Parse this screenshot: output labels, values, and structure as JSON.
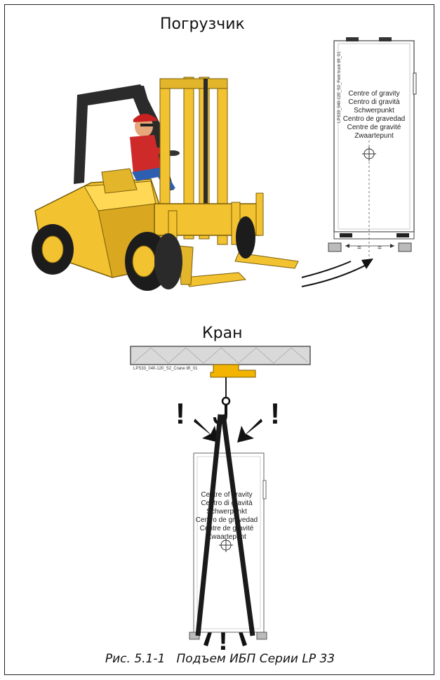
{
  "sections": {
    "forklift_title": "Погрузчик",
    "crane_title": "Кран"
  },
  "cabinet_top": {
    "drawing_code": "LPS33_040-120_S2_Fork truck lift_01",
    "cg_lines": [
      "Centre of gravity",
      "Centro di gravità",
      "Schwerpunkt",
      "Centro de gravedad",
      "Centre de gravité",
      "Zwaartepunt"
    ],
    "dim_marks": [
      "=",
      "="
    ]
  },
  "cabinet_bottom": {
    "drawing_code": "LPS33_040-120_S2_Crane lift_01",
    "cg_lines": [
      "Centre of gravity",
      "Centro di gravità",
      "Schwerpunkt",
      "Centro de gravedad",
      "Centre de gravité",
      "Zwaartepunt"
    ]
  },
  "warnings": {
    "mark": "!"
  },
  "caption": "Рис. 5.1-1   Подъем ИБП Серии LP 33",
  "colors": {
    "forklift": "#f2c230",
    "forklift_dark": "#b58a10",
    "crane_hook": "#f2b400",
    "strap": "#1a1a1a",
    "ceiling": "#d9d9d9"
  }
}
